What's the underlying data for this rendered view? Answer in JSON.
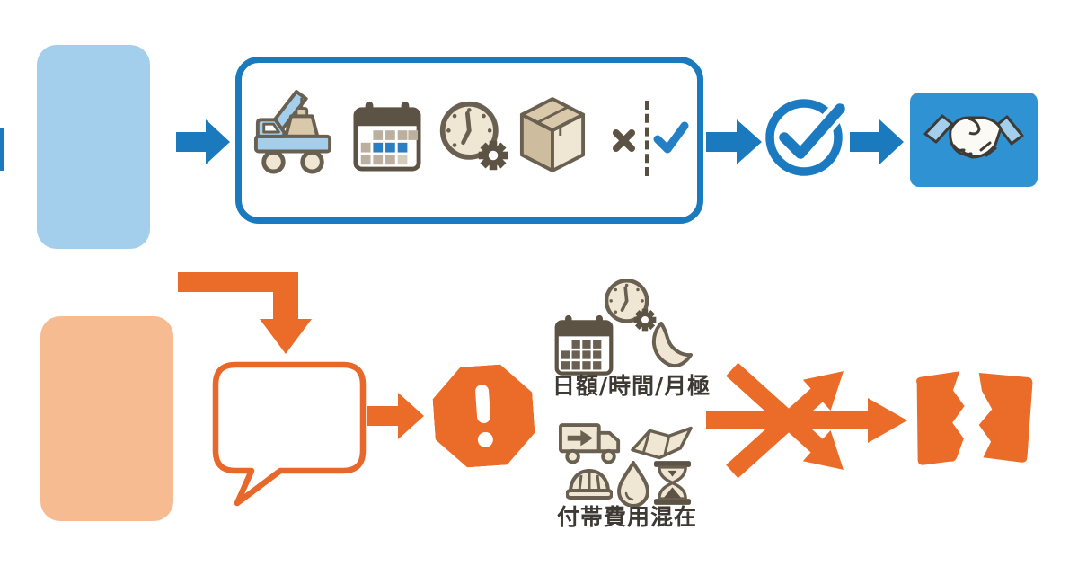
{
  "diagram": {
    "theme": {
      "blue": "#1B79BD",
      "blue_light": "#A3CEEC",
      "blue_bright": "#2E92D3",
      "orange": "#EA6C28",
      "peach": "#F6BB91",
      "taupe": "#6A6051",
      "taupe_dark": "#57503F",
      "cream": "#EFE6D3",
      "text": "#3E3933"
    },
    "top_flow": {
      "source_card_icon": "blue-rounded-card",
      "process_icons": [
        "crane-truck",
        "calendar",
        "clock-gear",
        "package-box",
        "cross-mark",
        "dashed-divider",
        "check-mark"
      ],
      "approval_icon": "check-circle",
      "result_icon": "handshake-card"
    },
    "bottom_flow": {
      "source_card_icon": "peach-rounded-card",
      "speech_bubble_icon": "speech-bubble",
      "warning_icon": "exclamation-octagon",
      "rate_group": {
        "label": "日額/時間/月極",
        "icons": [
          "calendar",
          "clock-gear",
          "crescent-moon"
        ]
      },
      "fees_group": {
        "label": "付帯費用混在",
        "icons": [
          "delivery-truck",
          "folded-map",
          "hard-hat",
          "water-drop",
          "hourglass"
        ]
      },
      "tangle_icon": "crossed-arrows",
      "result_icon": "torn-card"
    }
  }
}
